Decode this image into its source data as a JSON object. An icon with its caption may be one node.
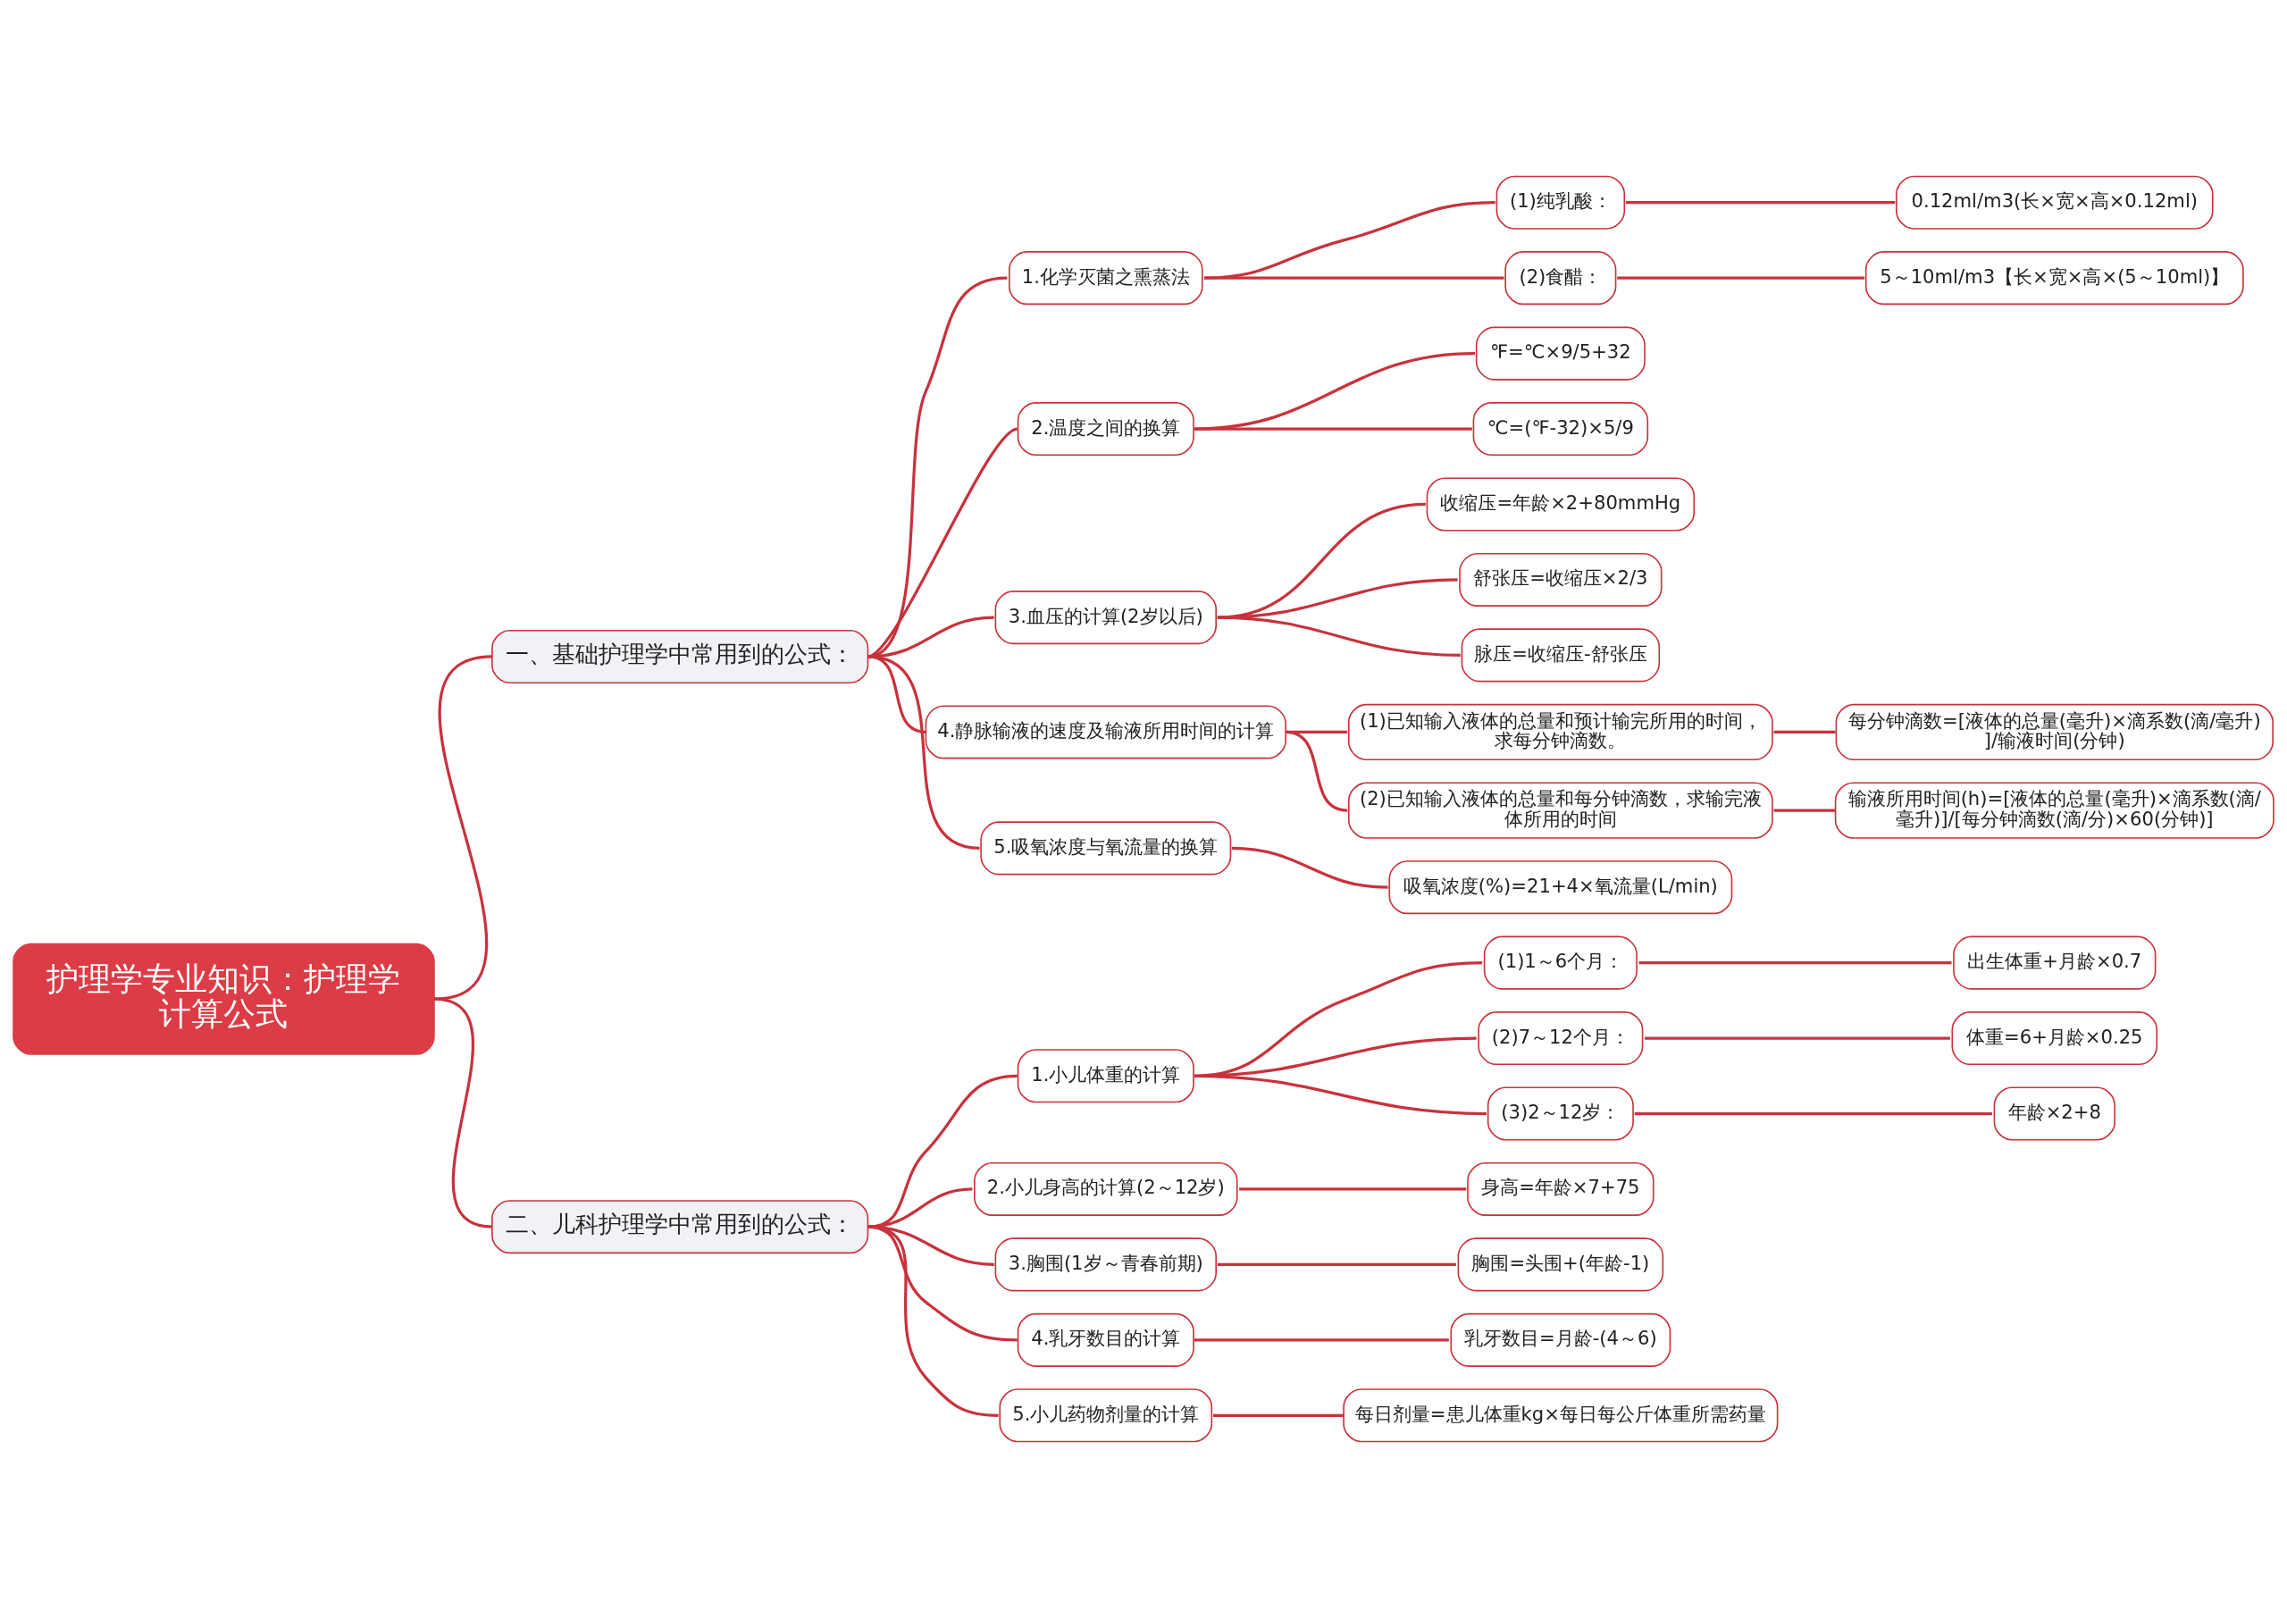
{
  "diagram": {
    "nodes": [
      {
        "text": [
          "护理学专业知识：护理学计算公式"
        ]
      },
      {
        "text": [
          "一、基础护理学中常用到的公式："
        ]
      },
      {
        "text": [
          "1.化学灭菌之熏蒸法"
        ]
      },
      {
        "text": [
          "(1)纯乳酸："
        ]
      },
      {
        "text": [
          "0.12ml/m3(长×宽×高×0.12ml)"
        ]
      },
      {
        "text": [
          "(2)食醋："
        ]
      },
      {
        "text": [
          "5～10ml/m3【长×宽×高×(5～10ml)】"
        ]
      },
      {
        "text": [
          "2.温度之间的换算"
        ]
      },
      {
        "text": [
          "℉=℃×9/5+32"
        ]
      },
      {
        "text": [
          "℃=(℉-32)×5/9"
        ]
      },
      {
        "text": [
          "3.血压的计算(2岁以后)"
        ]
      },
      {
        "text": [
          "收缩压=年龄×2+80mmHg"
        ]
      },
      {
        "text": [
          "舒张压=收缩压×2/3"
        ]
      },
      {
        "text": [
          "脉压=收缩压-舒张压"
        ]
      },
      {
        "text": [
          "4.静脉输液的速度及输液所用时间的计算"
        ]
      },
      {
        "text": [
          "(1)已知输入液体的总量和预计输完所用的时间，求每分钟滴数。"
        ]
      },
      {
        "text": [
          "每分钟滴数=[液体的总量(毫升)×滴系数(滴/毫升)]/输液时间(分钟)"
        ]
      },
      {
        "text": [
          "(2)已知输入液体的总量和每分钟滴数，求输完液体所用的时间"
        ]
      },
      {
        "text": [
          "输液所用时间(h)=[液体的总量(毫升)×滴系数(滴/毫升)]/[每分钟滴数(滴/分)×60(分钟)]"
        ]
      },
      {
        "text": [
          "5.吸氧浓度与氧流量的换算"
        ]
      },
      {
        "text": [
          "吸氧浓度(%)=21+4×氧流量(L/min)"
        ]
      },
      {
        "text": [
          "二、儿科护理学中常用到的公式："
        ]
      },
      {
        "text": [
          "1.小儿体重的计算"
        ]
      },
      {
        "text": [
          "(1)1～6个月："
        ]
      },
      {
        "text": [
          "出生体重+月龄×0.7"
        ]
      },
      {
        "text": [
          "(2)7～12个月："
        ]
      },
      {
        "text": [
          "体重=6+月龄×0.25"
        ]
      },
      {
        "text": [
          "(3)2～12岁："
        ]
      },
      {
        "text": [
          "年龄×2+8"
        ]
      },
      {
        "text": [
          "2.小儿身高的计算(2～12岁)"
        ]
      },
      {
        "text": [
          "身高=年龄×7+75"
        ]
      },
      {
        "text": [
          "3.胸围(1岁～青春前期)"
        ]
      },
      {
        "text": [
          "胸围=头围+(年龄-1)"
        ]
      },
      {
        "text": [
          "4.乳牙数目的计算"
        ]
      },
      {
        "text": [
          "乳牙数目=月龄-(4～6)"
        ]
      },
      {
        "text": [
          "5.小儿药物剂量的计算"
        ]
      },
      {
        "text": [
          "每日剂量=患儿体重kg×每日每公斤体重所需药量"
        ]
      }
    ],
    "edges": [
      {
        "from": 0,
        "to": 1,
        "arrow": "none"
      },
      {
        "from": 1,
        "to": 2,
        "arrow": "none"
      },
      {
        "from": 2,
        "to": 3,
        "arrow": "none"
      },
      {
        "from": 3,
        "to": 4,
        "arrow": "none"
      },
      {
        "from": 2,
        "to": 5,
        "arrow": "none"
      },
      {
        "from": 5,
        "to": 6,
        "arrow": "none"
      },
      {
        "from": 1,
        "to": 7,
        "arrow": "none"
      },
      {
        "from": 7,
        "to": 8,
        "arrow": "none"
      },
      {
        "from": 7,
        "to": 9,
        "arrow": "none"
      },
      {
        "from": 1,
        "to": 10,
        "arrow": "none"
      },
      {
        "from": 10,
        "to": 11,
        "arrow": "none"
      },
      {
        "from": 10,
        "to": 12,
        "arrow": "none"
      },
      {
        "from": 10,
        "to": 13,
        "arrow": "none"
      },
      {
        "from": 1,
        "to": 14,
        "arrow": "none"
      },
      {
        "from": 14,
        "to": 15,
        "arrow": "none"
      },
      {
        "from": 15,
        "to": 16,
        "arrow": "none"
      },
      {
        "from": 14,
        "to": 17,
        "arrow": "none"
      },
      {
        "from": 17,
        "to": 18,
        "arrow": "none"
      },
      {
        "from": 1,
        "to": 19,
        "arrow": "none"
      },
      {
        "from": 19,
        "to": 20,
        "arrow": "none"
      },
      {
        "from": 0,
        "to": 21,
        "arrow": "none"
      },
      {
        "from": 21,
        "to": 22,
        "arrow": "none"
      },
      {
        "from": 22,
        "to": 23,
        "arrow": "none"
      },
      {
        "from": 23,
        "to": 24,
        "arrow": "none"
      },
      {
        "from": 22,
        "to": 25,
        "arrow": "none"
      },
      {
        "from": 25,
        "to": 26,
        "arrow": "none"
      },
      {
        "from": 22,
        "to": 27,
        "arrow": "none"
      },
      {
        "from": 27,
        "to": 28,
        "arrow": "none"
      },
      {
        "from": 21,
        "to": 29,
        "arrow": "none"
      },
      {
        "from": 29,
        "to": 30,
        "arrow": "none"
      },
      {
        "from": 21,
        "to": 31,
        "arrow": "none"
      },
      {
        "from": 31,
        "to": 32,
        "arrow": "none"
      },
      {
        "from": 21,
        "to": 33,
        "arrow": "none"
      },
      {
        "from": 33,
        "to": 34,
        "arrow": "none"
      },
      {
        "from": 21,
        "to": 35,
        "arrow": "none"
      },
      {
        "from": 35,
        "to": 36,
        "arrow": "none"
      }
    ]
  }
}
